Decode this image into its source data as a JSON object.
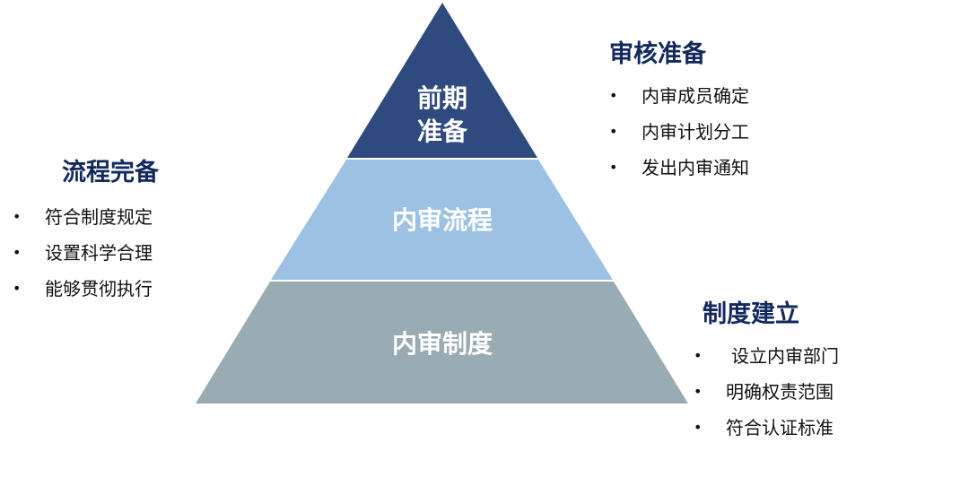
{
  "pyramid": {
    "tiers": [
      {
        "label_lines": [
          "前期",
          "准备"
        ],
        "color": "#2f4a7f"
      },
      {
        "label_lines": [
          "内审流程"
        ],
        "color": "#9dc1e3"
      },
      {
        "label_lines": [
          "内审制度"
        ],
        "color": "#99acb3"
      }
    ]
  },
  "panels": {
    "top_right": {
      "title": "审核准备",
      "items": [
        "内审成员确定",
        "内审计划分工",
        "发出内审通知"
      ]
    },
    "left": {
      "title": "流程完备",
      "items": [
        "符合制度规定",
        "设置科学合理",
        "能够贯彻执行"
      ]
    },
    "bottom_right": {
      "title": "制度建立",
      "items": [
        "设立内审部门",
        "明确权责范围",
        "符合认证标准"
      ]
    }
  },
  "bullet_symbol": "•",
  "colors": {
    "title": "#13285e",
    "text": "#111111"
  }
}
